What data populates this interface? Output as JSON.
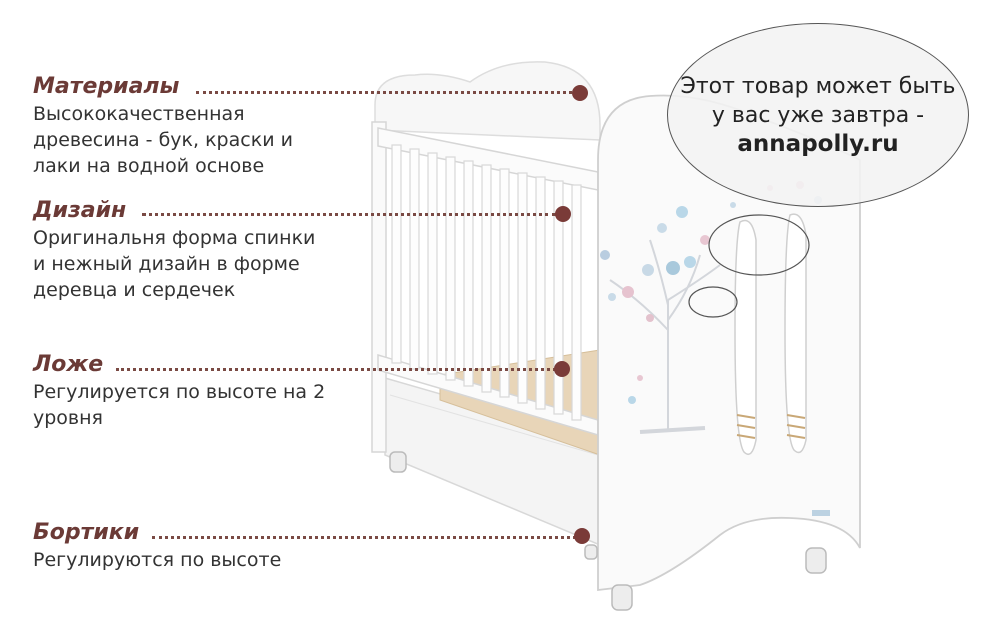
{
  "features": [
    {
      "title": "Материалы",
      "description": "Высококачественная\nдревесина - бук, краски и\nлаки на водной основе"
    },
    {
      "title": "Дизайн",
      "description": "Оригинальня форма спинки\nи нежный дизайн в форме\nдеревца и сердечек"
    },
    {
      "title": "Ложе",
      "description": "Регулируется по высоте на 2\nуровня"
    },
    {
      "title": "Бортики",
      "description": "Регулируются по высоте"
    }
  ],
  "callout": {
    "line1": "Этот товар может быть",
    "line2": "у вас уже завтра -",
    "site": "annapolly.ru"
  },
  "colors": {
    "heading": "#6b3a36",
    "marker": "#7a3b38",
    "text": "#333333"
  }
}
